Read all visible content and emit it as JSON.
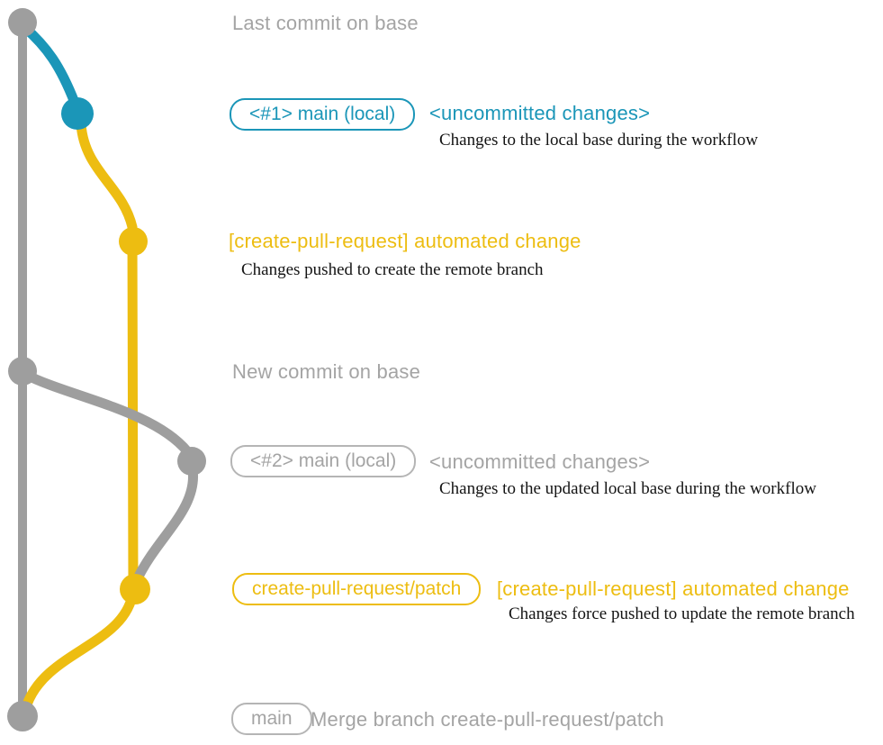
{
  "colors": {
    "teal": "#1b96b8",
    "yellow": "#edbd11",
    "graph_gray": "#9e9e9e",
    "text_gray": "#a4a4a4",
    "box_gray": "#b5b5b5",
    "ink": "#141414",
    "bg": "#ffffff"
  },
  "texts": {
    "last_commit": "Last commit on base",
    "branch1_label": "<#1> main (local)",
    "uncommitted1": "<uncommitted changes>",
    "desc1": "Changes to the local base during the workflow",
    "auto_change1": "[create-pull-request] automated change",
    "desc2": "Changes pushed to create the remote branch",
    "new_commit": "New commit on base",
    "branch2_label": "<#2> main (local)",
    "uncommitted2": "<uncommitted changes>",
    "desc3": "Changes to the updated local base during the workflow",
    "patch_branch_label": "create-pull-request/patch",
    "auto_change2": "[create-pull-request] automated change",
    "desc4": "Changes force pushed to update the remote branch",
    "main_label": "main",
    "merge_text": "Merge branch create-pull-request/patch"
  },
  "graph": {
    "branches": [
      {
        "name": "base",
        "color": "#9e9e9e"
      },
      {
        "name": "main (local)",
        "colors": [
          "#1b96b8",
          "#9e9e9e"
        ]
      },
      {
        "name": "create-pull-request/patch",
        "color": "#edbd11"
      }
    ],
    "commits": [
      {
        "caption": "Last commit on base",
        "branch": "base"
      },
      {
        "caption": "<#1> main (local)",
        "branch": "main (local)"
      },
      {
        "caption": "[create-pull-request] automated change",
        "branch": "create-pull-request/patch"
      },
      {
        "caption": "New commit on base",
        "branch": "base"
      },
      {
        "caption": "<#2> main (local)",
        "branch": "main (local)"
      },
      {
        "caption": "[create-pull-request] automated change",
        "branch": "create-pull-request/patch"
      },
      {
        "caption": "Merge branch create-pull-request/patch",
        "branch": "base"
      }
    ]
  }
}
